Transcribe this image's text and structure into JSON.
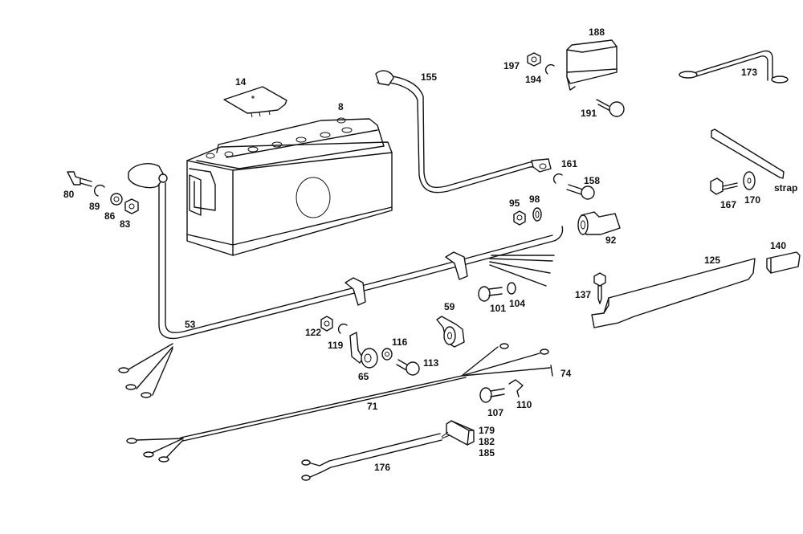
{
  "diagram": {
    "type": "exploded-parts-diagram",
    "subject": "battery, battery cables and wiring harness",
    "line_color": "#111111",
    "background": "#ffffff"
  },
  "labels": {
    "battery": "8",
    "battery_cover": "14",
    "cable_53": "53",
    "clip_59": "59",
    "bracket_65": "65",
    "harness_71": "71",
    "harness_74": "74",
    "bolt_80": "80",
    "nut_83": "83",
    "washer_86": "86",
    "lockwasher_89": "89",
    "sleeve_92": "92",
    "nut_95": "95",
    "washer_98": "98",
    "screw_101": "101",
    "washer_104": "104",
    "screw_107": "107",
    "clip_110": "110",
    "bolt_113": "113",
    "washer_116": "116",
    "lockwasher_119": "119",
    "nut_122": "122",
    "cover_125": "125",
    "screw_137": "137",
    "cap_140": "140",
    "cable_155": "155",
    "bolt_158": "158",
    "lockwasher_161": "161",
    "strap_164": "strap",
    "bolt_167": "167",
    "washer_170": "170",
    "cable_173": "173",
    "cable_176": "176",
    "connector_179": "179",
    "connector_182": "182",
    "connector_185": "185",
    "relay_188": "188",
    "bolt_191": "191",
    "lockwasher_194": "194",
    "nut_197": "197"
  }
}
